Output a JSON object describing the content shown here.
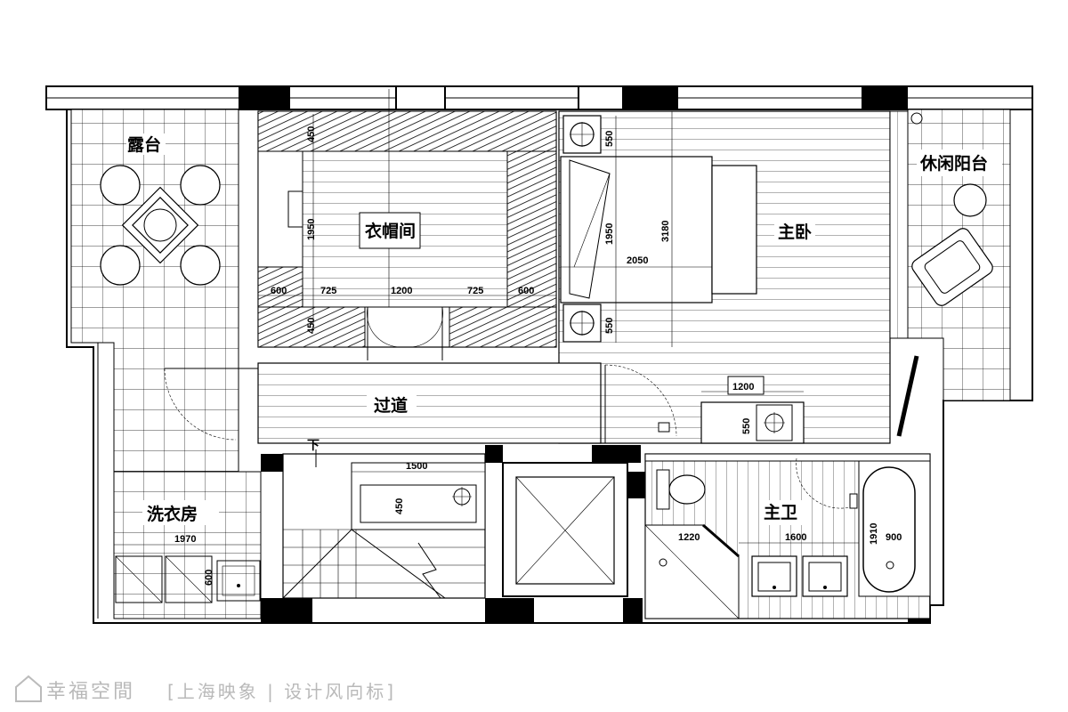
{
  "rooms": {
    "terrace": "露台",
    "closet": "衣帽间",
    "master_bedroom": "主卧",
    "leisure_balcony": "休闲阳台",
    "corridor": "过道",
    "laundry": "洗衣房",
    "master_bath": "主卫"
  },
  "stair_label": "下",
  "dimensions": {
    "closet_top": "450",
    "closet_height": "1950",
    "closet_left": "600",
    "closet_725a": "725",
    "closet_1200": "1200",
    "closet_725b": "725",
    "closet_right": "600",
    "closet_bottom": "450",
    "nightstand_top": "550",
    "bed_length": "1950",
    "bed_total": "3180",
    "bed_width": "2050",
    "nightstand_bottom": "550",
    "desk_width": "1200",
    "desk_depth": "550",
    "stair_counter_width": "1500",
    "stair_counter_depth": "450",
    "laundry_width": "1970",
    "laundry_depth": "600",
    "shower_width": "1220",
    "vanity_width": "1600",
    "tub_length": "1910",
    "tub_width": "900"
  },
  "watermark": {
    "brand": "幸福空間",
    "credit": "[上海映象 | 设计风向标]"
  }
}
